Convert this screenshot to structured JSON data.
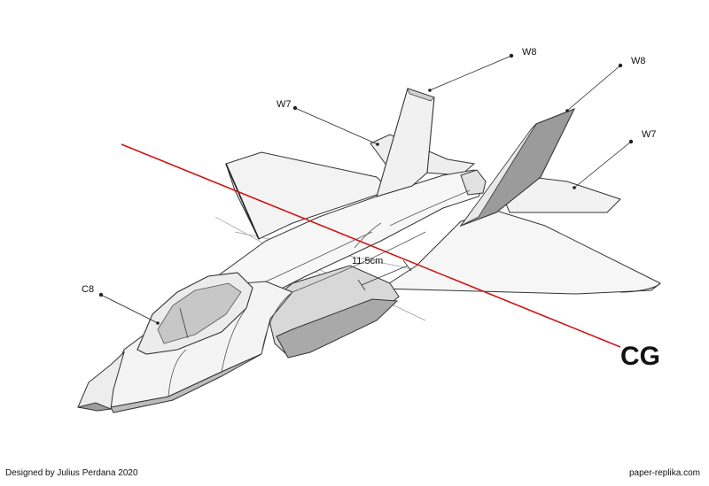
{
  "labels": {
    "w8_fin_left": "W8",
    "w8_fin_right": "W8",
    "w7_stab_left": "W7",
    "w7_stab_right": "W7",
    "c8_canopy": "C8",
    "cg_distance": "11.5cm",
    "cg": "CG"
  },
  "footer": {
    "credit": "Designed by Julius Perdana 2020",
    "site": "paper-replika.com"
  },
  "colors": {
    "cg_line": "#d01515",
    "outline": "#333333",
    "surface": "#f4f4f4",
    "shade": "#c9c9c9",
    "dark_shade": "#8a8a8a"
  }
}
